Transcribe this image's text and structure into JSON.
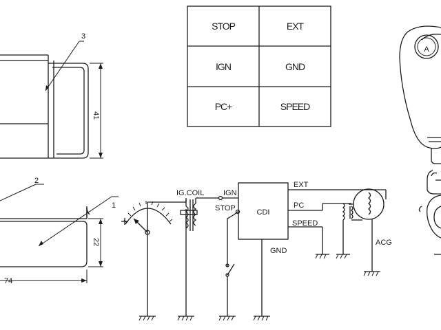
{
  "pin_table": {
    "cells": [
      "STOP",
      "EXT",
      "IGN",
      "GND",
      "PC+",
      "SPEED"
    ]
  },
  "callouts": {
    "part_1": "1",
    "part_2": "2",
    "part_3": "3"
  },
  "dimensions": {
    "height_top": "41",
    "height_bottom": "22",
    "width": "74"
  },
  "circuit": {
    "ign_coil": "IG.COIL",
    "ign": "IGN",
    "stop": "STOP",
    "cdi": "CDI",
    "ext": "EXT",
    "pc": "PC",
    "speed": "SPEED",
    "gnd": "GND",
    "acg": "ACG"
  },
  "connector_label": "A"
}
